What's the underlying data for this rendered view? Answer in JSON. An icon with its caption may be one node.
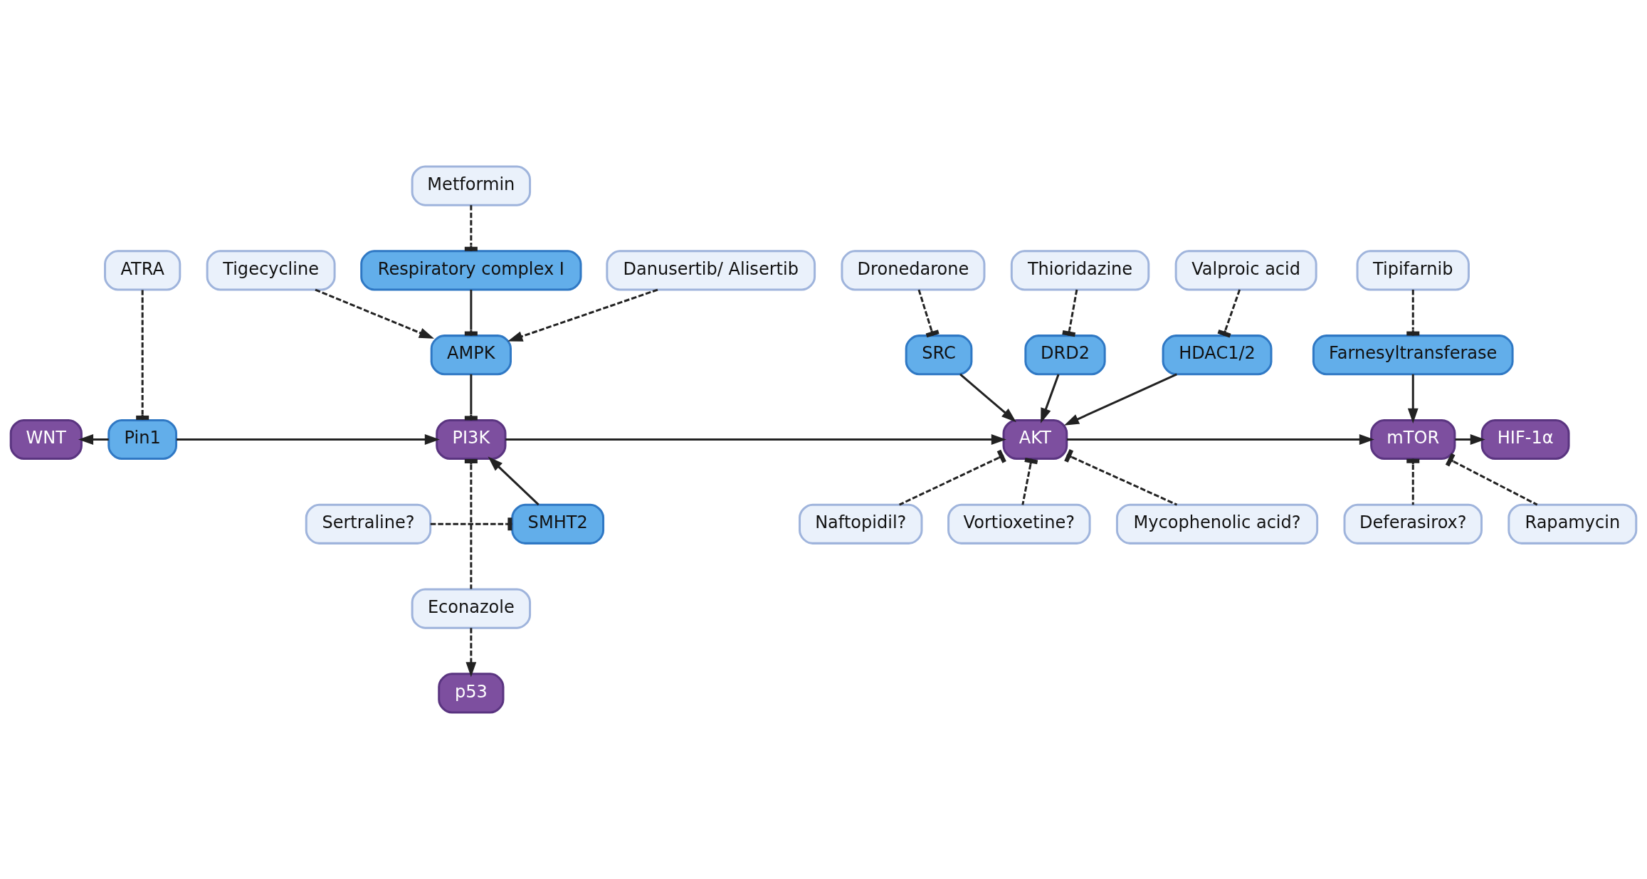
{
  "diagram": {
    "nodes": [
      {
        "text": [
          "Metformin"
        ]
      },
      {
        "text": [
          "Dronedarone"
        ]
      },
      {
        "text": [
          "Thioridazine"
        ]
      },
      {
        "text": [
          "Valproic acid"
        ]
      },
      {
        "text": [
          "Respiratory complex I"
        ]
      },
      {
        "text": [
          "Tipifarnib"
        ]
      },
      {
        "text": [
          "SRC"
        ]
      },
      {
        "text": [
          "DRD2"
        ]
      },
      {
        "text": [
          "HDAC1/2"
        ]
      },
      {
        "text": [
          "Danusertib/ Alisertib"
        ]
      },
      {
        "text": [
          "Tigecycline"
        ]
      },
      {
        "text": [
          "ATRA"
        ]
      },
      {
        "text": [
          "AMPK"
        ]
      },
      {
        "text": [
          "Farnesyltransferase"
        ]
      },
      {
        "text": [
          "WNT"
        ]
      },
      {
        "text": [
          "Pin1"
        ]
      },
      {
        "text": [
          "PI3K"
        ]
      },
      {
        "text": [
          "AKT"
        ]
      },
      {
        "text": [
          "mTOR"
        ]
      },
      {
        "text": [
          "HIF-1α"
        ]
      },
      {
        "text": [
          "Sertraline?"
        ]
      },
      {
        "text": [
          "SMHT2"
        ]
      },
      {
        "text": [
          "Deferasirox?"
        ]
      },
      {
        "text": [
          "Rapamycin"
        ]
      },
      {
        "text": [
          "Econazole"
        ]
      },
      {
        "text": [
          "Vortioxetine?"
        ]
      },
      {
        "text": [
          "Mycophenolic acid?"
        ]
      },
      {
        "text": [
          "Naftopidil?"
        ]
      },
      {
        "text": [
          "p53"
        ]
      }
    ],
    "edges": [
      {
        "from": 0,
        "to": 4,
        "arrow": "other",
        "style": "dashed"
      },
      {
        "from": 4,
        "to": 12,
        "arrow": "other"
      },
      {
        "from": 9,
        "to": 12,
        "arrow": "to",
        "style": "dashed"
      },
      {
        "from": 10,
        "to": 12,
        "arrow": "to",
        "style": "dashed"
      },
      {
        "from": 12,
        "to": 16,
        "arrow": "other"
      },
      {
        "from": 1,
        "to": 6,
        "arrow": "other",
        "style": "dashed"
      },
      {
        "from": 2,
        "to": 7,
        "arrow": "other",
        "style": "dashed"
      },
      {
        "from": 3,
        "to": 8,
        "arrow": "other",
        "style": "dashed"
      },
      {
        "from": 5,
        "to": 13,
        "arrow": "other",
        "style": "dashed"
      },
      {
        "from": 6,
        "to": 17,
        "arrow": "to"
      },
      {
        "from": 7,
        "to": 17,
        "arrow": "to"
      },
      {
        "from": 8,
        "to": 17,
        "arrow": "to"
      },
      {
        "from": 13,
        "to": 18,
        "arrow": "to"
      },
      {
        "from": 11,
        "to": 15,
        "arrow": "other",
        "style": "dashed"
      },
      {
        "from": 15,
        "to": 14,
        "arrow": "to"
      },
      {
        "from": 15,
        "to": 16,
        "arrow": "to"
      },
      {
        "from": 16,
        "to": 17,
        "arrow": "to"
      },
      {
        "from": 17,
        "to": 18,
        "arrow": "to"
      },
      {
        "from": 18,
        "to": 19,
        "arrow": "to"
      },
      {
        "from": 21,
        "to": 16,
        "arrow": "to"
      },
      {
        "from": 20,
        "to": 21,
        "arrow": "other",
        "style": "dashed"
      },
      {
        "from": 24,
        "to": 16,
        "arrow": "other",
        "style": "dashed"
      },
      {
        "from": 24,
        "to": 28,
        "arrow": "to",
        "style": "dashed"
      },
      {
        "from": 25,
        "to": 17,
        "arrow": "other",
        "style": "dashed"
      },
      {
        "from": 26,
        "to": 17,
        "arrow": "other",
        "style": "dashed"
      },
      {
        "from": 27,
        "to": 17,
        "arrow": "other",
        "style": "dashed"
      },
      {
        "from": 22,
        "to": 18,
        "arrow": "other",
        "style": "dashed"
      },
      {
        "from": 23,
        "to": 18,
        "arrow": "other",
        "style": "dashed"
      }
    ]
  }
}
